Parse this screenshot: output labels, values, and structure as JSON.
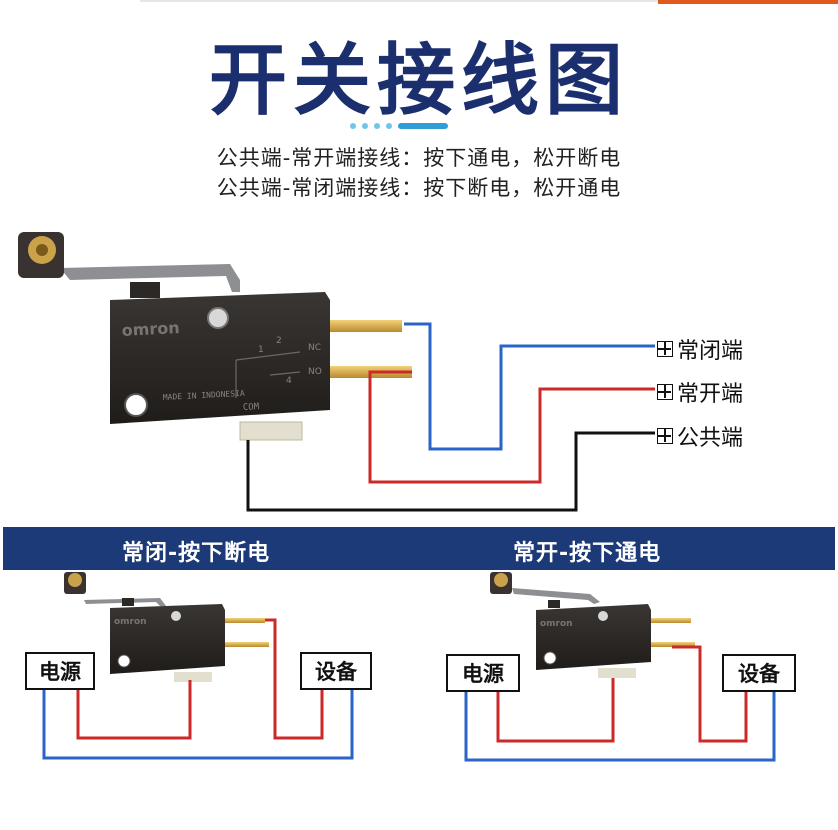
{
  "header": {
    "title": "开关接线图",
    "line1": "公共端-常开端接线：按下通电，松开断电",
    "line2": "公共端-常闭端接线：按下断电，松开通电"
  },
  "terminals": {
    "nc": "常闭端",
    "no": "常开端",
    "com": "公共端"
  },
  "switch_marks": {
    "brand": "omron",
    "made_in": "MADE IN INDONESIA",
    "com": "COM",
    "nc": "NC",
    "no": "NO",
    "pin1": "1",
    "pin2": "2",
    "pin4": "4"
  },
  "panels": {
    "left": {
      "heading": "常闭-按下断电",
      "power": "电源",
      "device": "设备"
    },
    "right": {
      "heading": "常开-按下通电",
      "power": "电源",
      "device": "设备"
    }
  },
  "colors": {
    "title": "#1b2f6e",
    "banner": "#1d3a78",
    "wire_blue": "#2b63c7",
    "wire_red": "#cc2a2a",
    "wire_black": "#111111",
    "switch_body": "#2b2826"
  }
}
